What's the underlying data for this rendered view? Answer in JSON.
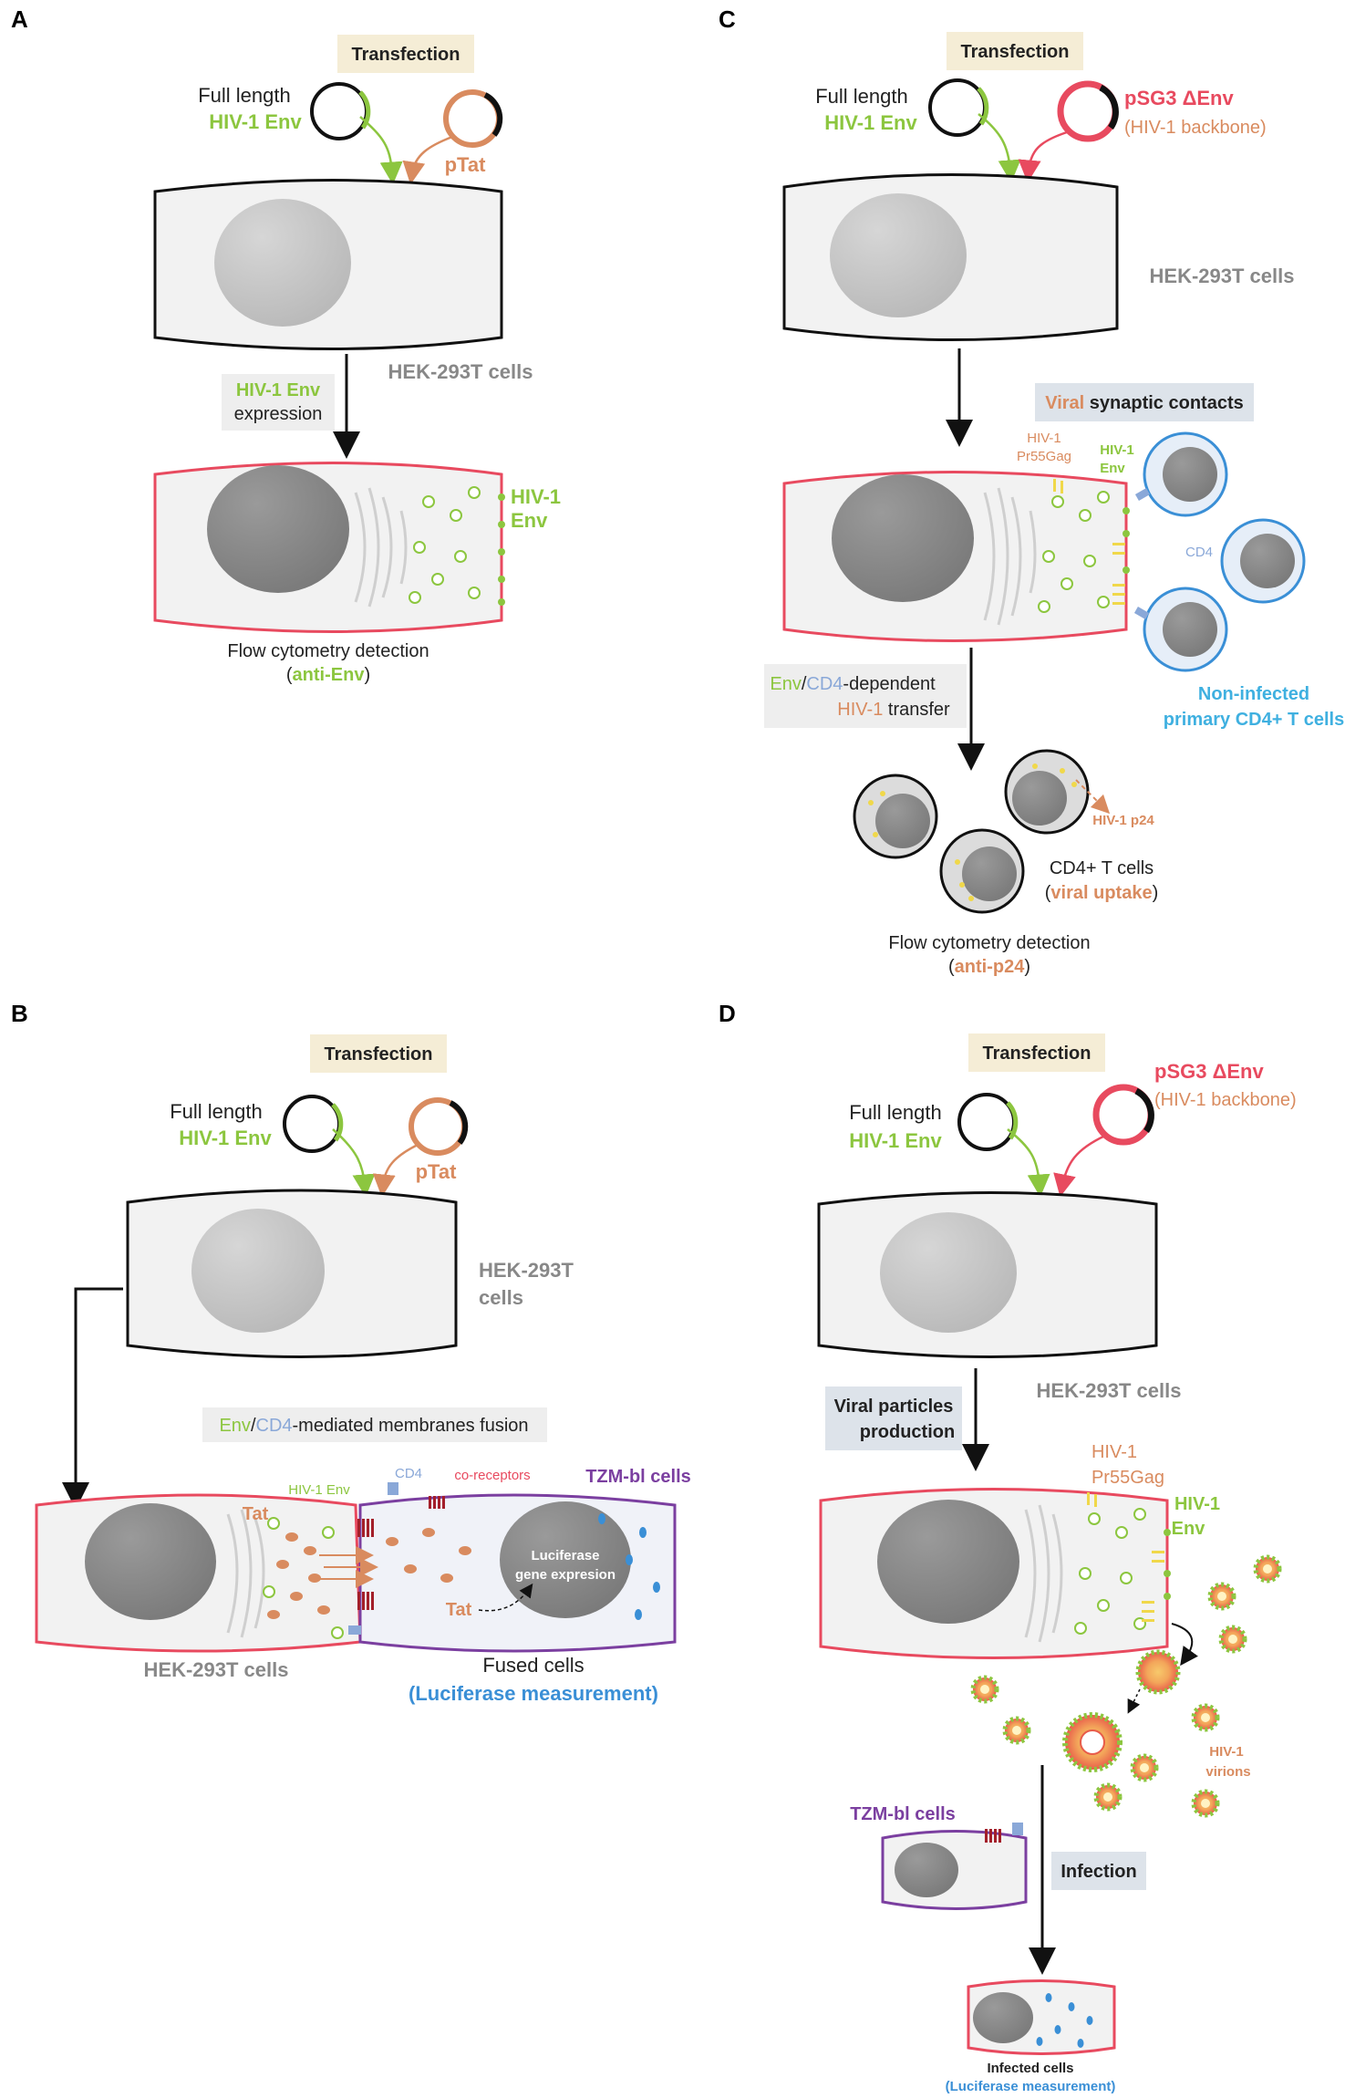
{
  "panels": {
    "A": {
      "letter": "A",
      "transfection": "Transfection",
      "plasmid_env_line1": "Full length",
      "plasmid_env_line2": "HIV-1 Env",
      "plasmid_tat": "pTat",
      "cells_label": "HEK-293T cells",
      "expression_line1": "HIV-1 Env",
      "expression_line2": "expression",
      "env_label_line1": "HIV-1",
      "env_label_line2": "Env",
      "detection_line1": "Flow cytometry detection",
      "detection_line2_open": "(",
      "detection_line2_main": "anti-Env",
      "detection_line2_close": ")"
    },
    "B": {
      "letter": "B",
      "transfection": "Transfection",
      "plasmid_env_line1": "Full length",
      "plasmid_env_line2": "HIV-1 Env",
      "plasmid_tat": "pTat",
      "cells_label_line1": "HEK-293T",
      "cells_label_line2": "cells",
      "fusion_env": "Env",
      "fusion_slash": "/",
      "fusion_cd4": "CD4",
      "fusion_rest": "-mediated membranes fusion",
      "hiv_env": "HIV-1 Env",
      "cd4": "CD4",
      "coreceptors": "co-receptors",
      "tzm": "TZM-bl cells",
      "tat1": "Tat",
      "tat2": "Tat",
      "luciferase_line1": "Luciferase",
      "luciferase_line2": "gene expresion",
      "hek_bottom": "HEK-293T cells",
      "fused": "Fused cells",
      "luciferase_measure": "(Luciferase measurement)"
    },
    "C": {
      "letter": "C",
      "transfection": "Transfection",
      "plasmid_env_line1": "Full length",
      "plasmid_env_line2": "HIV-1 Env",
      "psg3": "pSG3 ΔEnv",
      "backbone": "(HIV-1 backbone)",
      "cells_label": "HEK-293T cells",
      "synaptic_viral": "Viral",
      "synaptic_rest": " synaptic contacts",
      "gag_line1": "HIV-1",
      "gag_line2": "Pr55Gag",
      "env_line1": "HIV-1",
      "env_line2": "Env",
      "cd4": "CD4",
      "noninfected_line1": "Non-infected",
      "noninfected_line2": "primary CD4+ T cells",
      "transfer_env": "Env",
      "transfer_slash": "/",
      "transfer_cd4": "CD4",
      "transfer_rest": "-dependent",
      "transfer_hiv": "HIV-1",
      "transfer_tail": " transfer",
      "p24": "HIV-1 p24",
      "tcells_line1": "CD4+ T cells",
      "tcells_open": "(",
      "tcells_main": "viral uptake",
      "tcells_close": ")",
      "detection_line1": "Flow cytometry detection",
      "detection_open": "(",
      "detection_main": "anti-p24",
      "detection_close": ")"
    },
    "D": {
      "letter": "D",
      "transfection": "Transfection",
      "plasmid_env_line1": "Full length",
      "plasmid_env_line2": "HIV-1 Env",
      "psg3": "pSG3 ΔEnv",
      "backbone": "(HIV-1 backbone)",
      "cells_label": "HEK-293T cells",
      "production_line1": "Viral particles",
      "production_line2": "production",
      "gag_line1": "HIV-1",
      "gag_line2": "Pr55Gag",
      "env_line1": "HIV-1",
      "env_line2": "Env",
      "virions_line1": "HIV-1",
      "virions_line2": "virions",
      "tzm": "TZM-bl cells",
      "infection": "Infection",
      "infected": "Infected cells",
      "luciferase_measure": "(Luciferase measurement)"
    }
  },
  "colors": {
    "env_green": "#8cc63f",
    "tat_orange": "#d98b5f",
    "psg3_red": "#e84a5f",
    "cell_gray": "#888888",
    "luciferase_blue": "#3a8fd6",
    "cd4_blue": "#8aa8d8",
    "tcell_cyan": "#3fb0e0",
    "tzm_purple": "#7b3fa0",
    "box_beige": "#f5edd6",
    "box_gray": "#eeeeee",
    "box_blue": "#dde3ea"
  }
}
